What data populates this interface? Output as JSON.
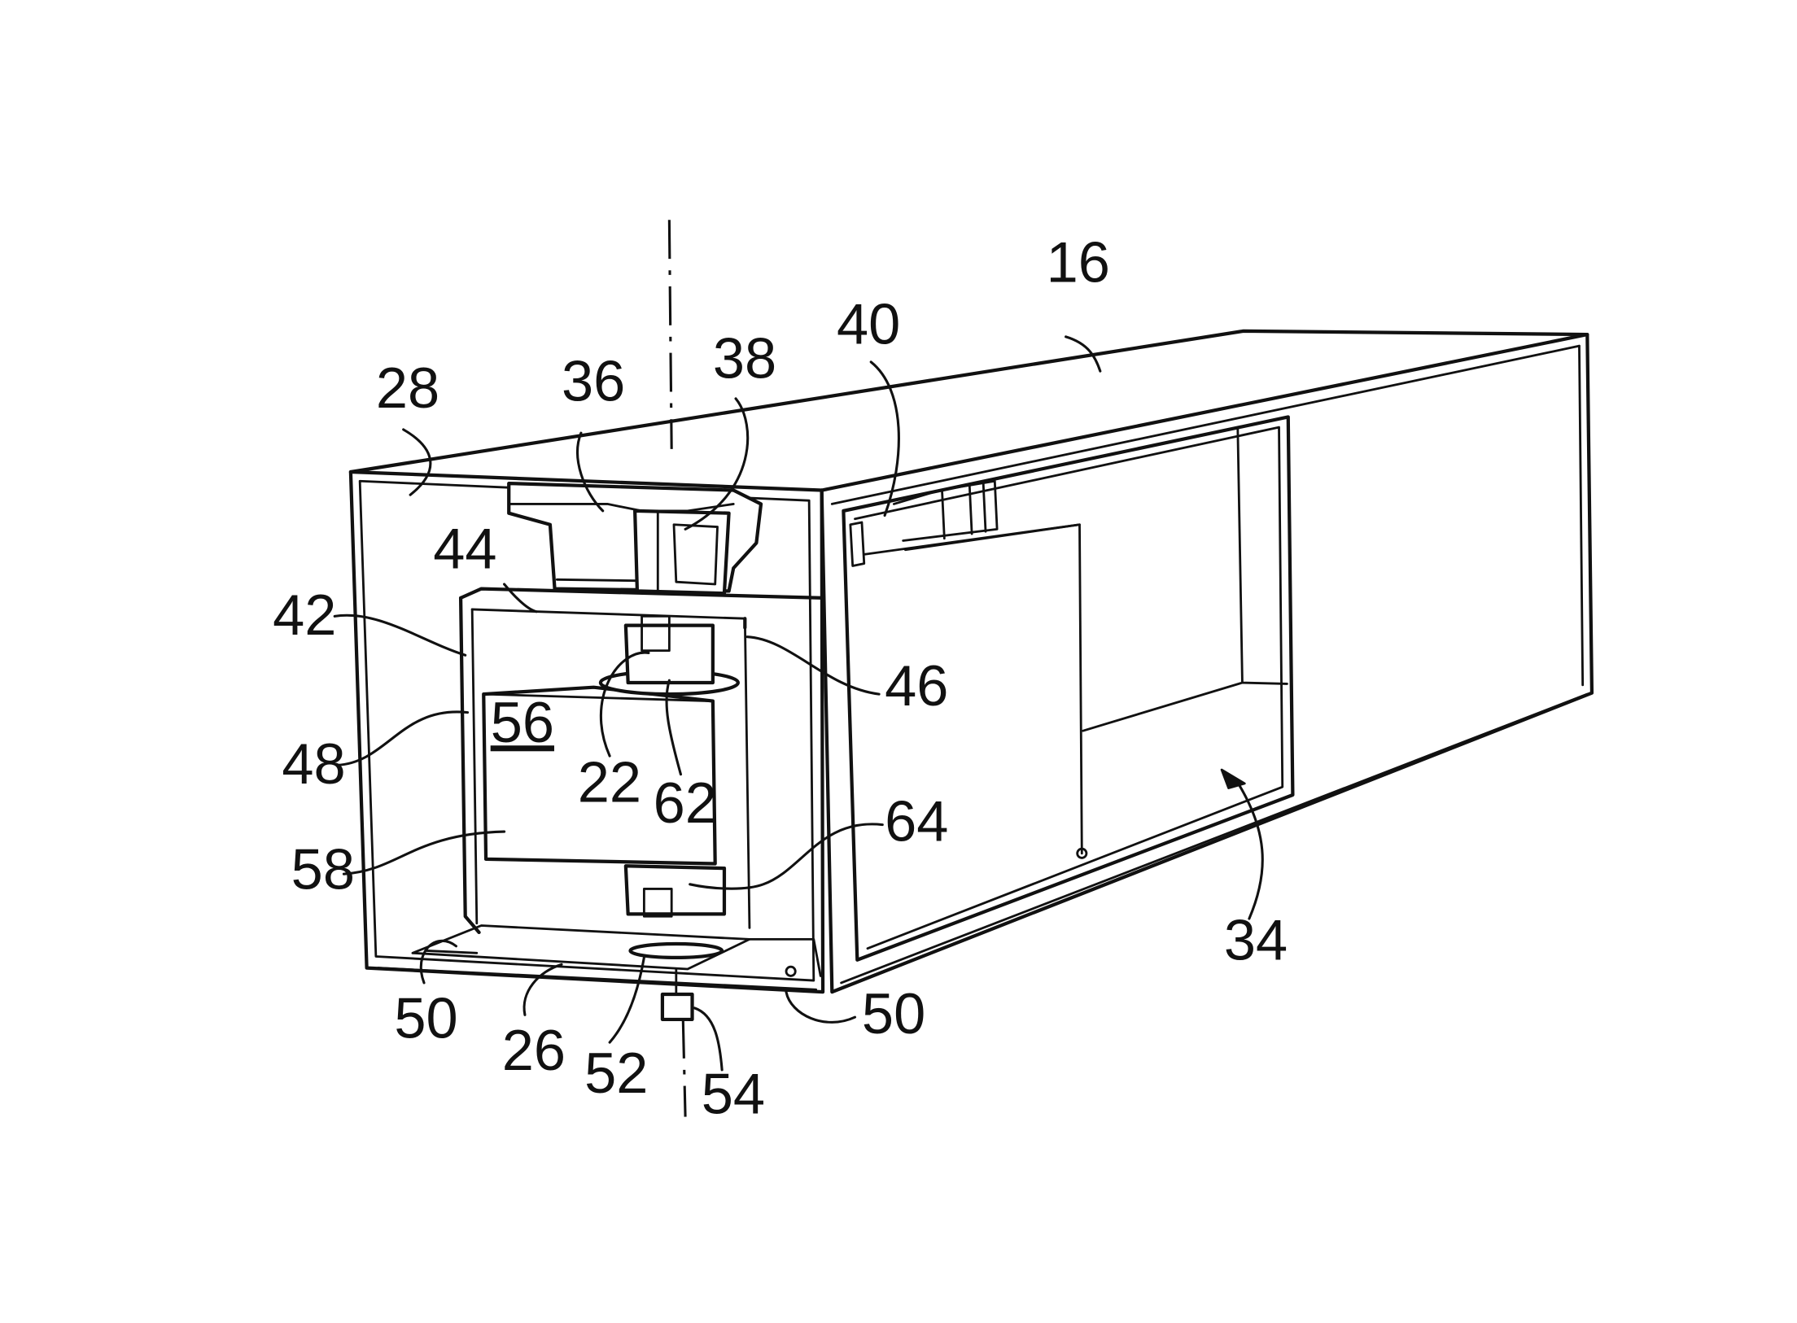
{
  "labels": [
    {
      "id": "16",
      "text": "16"
    },
    {
      "id": "22",
      "text": "22"
    },
    {
      "id": "26",
      "text": "26"
    },
    {
      "id": "28",
      "text": "28"
    },
    {
      "id": "34",
      "text": "34"
    },
    {
      "id": "36",
      "text": "36"
    },
    {
      "id": "38",
      "text": "38"
    },
    {
      "id": "40",
      "text": "40"
    },
    {
      "id": "42",
      "text": "42"
    },
    {
      "id": "44",
      "text": "44"
    },
    {
      "id": "46",
      "text": "46"
    },
    {
      "id": "48",
      "text": "48"
    },
    {
      "id": "50a",
      "text": "50"
    },
    {
      "id": "50b",
      "text": "50"
    },
    {
      "id": "52",
      "text": "52"
    },
    {
      "id": "54",
      "text": "54"
    },
    {
      "id": "56",
      "text": "56"
    },
    {
      "id": "58",
      "text": "58"
    },
    {
      "id": "62",
      "text": "62"
    },
    {
      "id": "64",
      "text": "64"
    }
  ]
}
